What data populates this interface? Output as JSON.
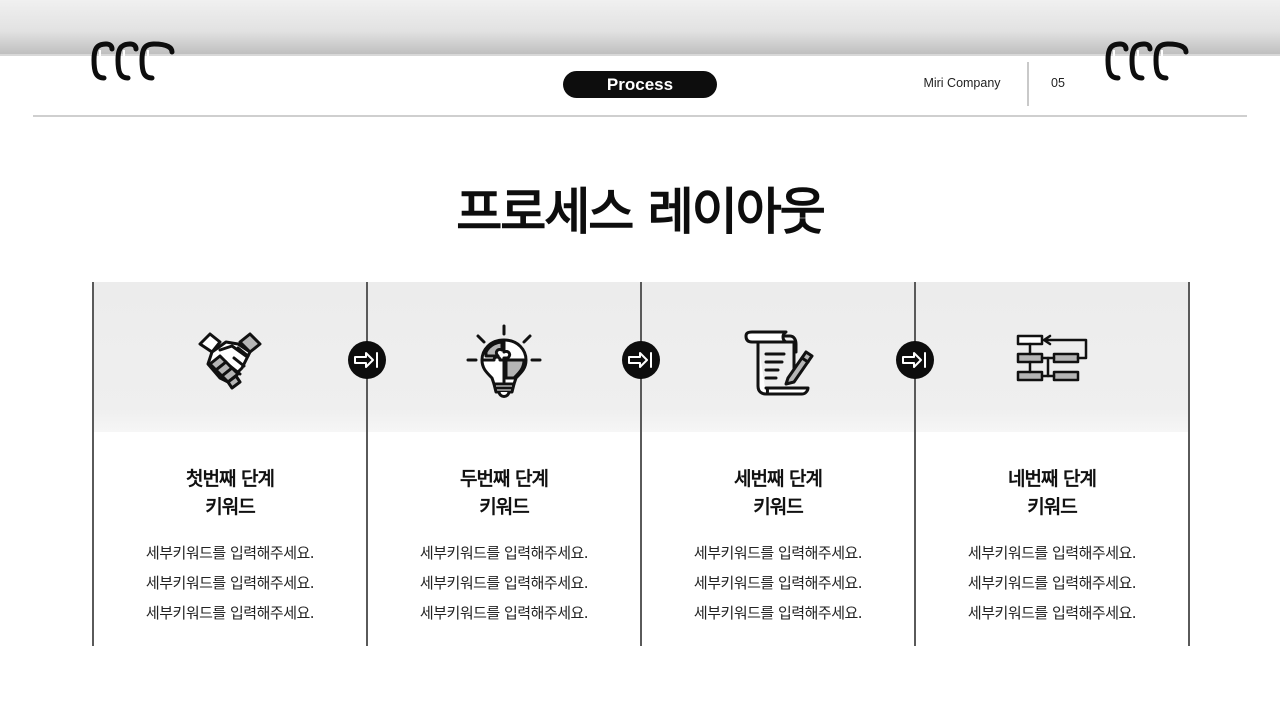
{
  "header": {
    "badge_label": "Process",
    "company": "Miri Company",
    "page_number": "05"
  },
  "title": "프로세스 레이아웃",
  "steps": [
    {
      "icon": "handshake-icon",
      "heading_line1": "첫번째 단계",
      "heading_line2": "키워드",
      "details": [
        "세부키워드를 입력해주세요.",
        "세부키워드를 입력해주세요.",
        "세부키워드를 입력해주세요."
      ]
    },
    {
      "icon": "lightbulb-puzzle-icon",
      "heading_line1": "두번째 단계",
      "heading_line2": "키워드",
      "details": [
        "세부키워드를 입력해주세요.",
        "세부키워드를 입력해주세요.",
        "세부키워드를 입력해주세요."
      ]
    },
    {
      "icon": "scroll-pen-icon",
      "heading_line1": "세번째 단계",
      "heading_line2": "키워드",
      "details": [
        "세부키워드를 입력해주세요.",
        "세부키워드를 입력해주세요.",
        "세부키워드를 입력해주세요."
      ]
    },
    {
      "icon": "flowchart-icon",
      "heading_line1": "네번째 단계",
      "heading_line2": "키워드",
      "details": [
        "세부키워드를 입력해주세요.",
        "세부키워드를 입력해주세요.",
        "세부키워드를 입력해주세요."
      ]
    }
  ],
  "connector_icon": "arrow-right-to-bar-icon",
  "binder_icon": "binder-rings-icon",
  "colors": {
    "accent": "#0d0d0d",
    "panel": "#efefef",
    "divider": "#5a5a5a",
    "icon_fill": "#b5b5b5"
  }
}
